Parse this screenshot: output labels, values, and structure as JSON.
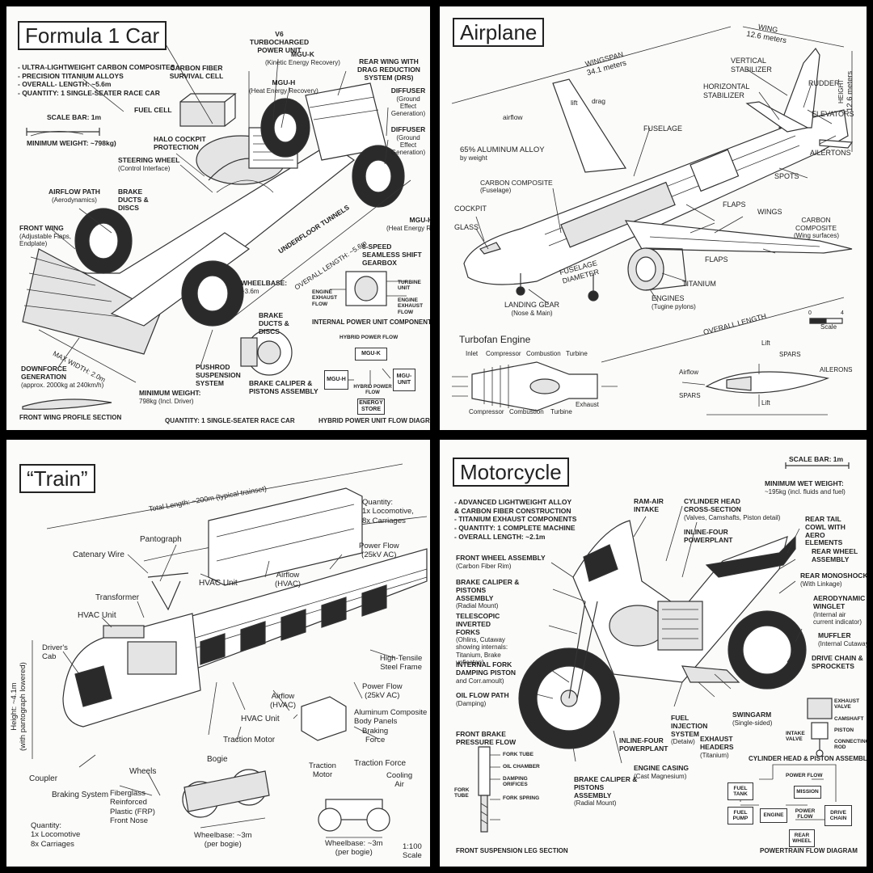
{
  "f1": {
    "title": "Formula 1 Car",
    "specs": [
      "- ULTRA-LIGHTWEIGHT CARBON COMPOSITES",
      "- PRECISION TITANIUM ALLOYS",
      "- OVERALL- LENGTH: ~5.6m",
      "- QUANTITY: 1 SINGLE-SEATER RACE CAR"
    ],
    "scale_bar": "SCALE BAR: 1m",
    "min_weight_small": "MINIMUM WEIGHT: ~798kg)",
    "v6": "V6 TURBOCHARGED POWER UNIT",
    "carbon_cell": "CARBON FIBER SURVIVAL CELL",
    "mguk": "MGU-K",
    "mguk_sub": "(Kinetic Energy Recovery)",
    "mguh": "MGU-H",
    "mguh_sub": "(Heat Energy Recovery)",
    "rear_wing": "REAR WING WITH DRAG REDUCTION SYSTEM (DRS)",
    "fuel_cell": "FUEL CELL",
    "diffuser1": "DIFFUSER",
    "diffuser1_sub": "(Ground Effect Generation)",
    "diffuser2": "DIFFUSER",
    "diffuser2_sub": "(Ground Effect Generation)",
    "halo": "HALO COCKPIT PROTECTION",
    "steering": "STEERING WHEEL",
    "steering_sub": "(Control Interface)",
    "airflow": "AIRFLOW PATH",
    "airflow_sub": "(Aerodynamics)",
    "brake_ducts": "BRAKE DUCTS & DISCS",
    "front_wing": "FRONT WING",
    "front_wing_sub": "(Adjustable Flaps, Endplate)",
    "underfloor": "UNDERFLOOR TUNNELS",
    "overall_length": "OVERALL LENGTH: ~5.6m",
    "mguh2": "MGU-H",
    "mguh2_sub": "(Heat Energy Recovery)",
    "gearbox": "8-SPEED SEAMLESS SHIFT GEARBOX",
    "wheelbase": "WHEELBASE:",
    "wheelbase_sub": "~3.6m",
    "engine_exhaust": "ENGINE EXHAUST FLOW",
    "turbine_unit": "TURBINE UNIT",
    "engine_exhaust2": "ENGINE EXHAUST FLOW",
    "internal_power": "INTERNAL POWER UNIT COMPONENTS",
    "max_width": "MAX WIDTH: 2.0m",
    "brake_ducts2": "BRAKE DUCTS & DISCS",
    "downforce": "DOWNFORCE GENERATION",
    "downforce_sub": "(approx. 2000kg at 240km/h)",
    "pushrod": "PUSHROD SUSPENSION SYSTEM",
    "brake_caliper": "BRAKE CALIPER & PISTONS ASSEMBLY",
    "hybrid_title": "HYBRID POWER FLOW",
    "hyb_mguk": "MGU-K",
    "hyb_mguh": "MGU-H",
    "hyb_mgu_unit": "MGU- UNIT",
    "hyb_center": "HYBRID POWER FLOW",
    "hyb_energy": "ENERGY STORE",
    "min_weight": "MINIMUM WEIGHT:",
    "min_weight_sub": "798kg (Incl. Driver)",
    "front_wing_profile": "FRONT WING PROFILE SECTION",
    "quantity": "QUANTITY: 1 SINGLE-SEATER RACE CAR",
    "hybrid_flow_caption": "HYBRID POWER UNIT FLOW DIAGRAM"
  },
  "plane": {
    "title": "Airplane",
    "wing": "WING",
    "wing_val": "12.6 meters",
    "wingspan": "WINGSPAN",
    "wingspan_val": "34.1 meters",
    "vertical_stab": "VERTICAL STABILIZER",
    "horizontal_stab": "HORIZONTAL STABILIZER",
    "rudder": "RUDDER",
    "height": "HEIGHT",
    "height_val": "12.6 meters",
    "lift": "lift",
    "drag": "drag",
    "airflow": "airflow",
    "fuselage": "FUSELAGE",
    "elevators": "ELEVATORS",
    "aluminum": "65% ALUMINUM ALLOY",
    "aluminum_sub": "by weight",
    "ailertons": "AILERTONS",
    "spots": "SPOTS",
    "carbon_fuselage": "CARBON COMPOSITE",
    "carbon_fuselage_sub": "(Fuselage)",
    "cockpit": "COCKPIT",
    "glass": "GLASS",
    "flaps1": "FLAPS",
    "wings": "WINGS",
    "carbon_wings": "CARBON COMPOSITE",
    "carbon_wings_sub": "(Wing surfaces)",
    "flaps2": "FLAPS",
    "fuselage_diameter": "FUSELAGE DIAMETER",
    "titanium": "TITANIUM",
    "landing_gear": "LANDING GEAR",
    "landing_gear_sub": "(Nose & Main)",
    "engines": "ENGINES",
    "engines_sub": "(Tugine pylons)",
    "overall_length": "OVERALL LENGTH",
    "scale_0": "0",
    "scale_4": "4",
    "scale": "Scale",
    "turbofan": "Turbofan Engine",
    "tf_inlet": "Inlet",
    "tf_compressor": "Compressor",
    "tf_combustion": "Combustion",
    "tf_turbine": "Turbine",
    "tf_exhaust": "Exhaust",
    "tf_compressor2": "Compressor",
    "tf_combustion2": "Combustion",
    "tf_turbine2": "Turbine",
    "af_lift": "Lift",
    "af_spars": "SPARS",
    "af_airflow": "Airflow",
    "af_ailerons": "AILERONS",
    "af_spars2": "SPARS",
    "af_lift2": "Lift"
  },
  "train": {
    "title": "“Train”",
    "total_length": "Total Length: ~200m (typical trainset)",
    "quantity_top": "Quantity:",
    "quantity_top_l2": "1x Locomotive,",
    "quantity_top_l3": "8x Carriages",
    "pantograph": "Pantograph",
    "catenary": "Catenary Wire",
    "power_flow": "Power Flow",
    "power_flow_sub": "(25kV AC)",
    "hvac_unit_top": "HVAC Unit",
    "airflow_top": "Airflow",
    "airflow_top_sub": "(HVAC)",
    "transformer": "Transformer",
    "hvac_unit_left": "HVAC Unit",
    "drivers_cab": "Driver's",
    "drivers_cab_l2": "Cab",
    "height": "Height: ~4.1m",
    "height_sub": "(with pantograph lowered)",
    "high_tensile": "High-Tensile",
    "high_tensile_l2": "Steel Frame",
    "power_flow2": "Power Flow",
    "power_flow2_sub": "(25kV AC)",
    "airflow2": "Airflow",
    "airflow2_sub": "(HVAC)",
    "aluminum_panels": "Aluminum Composite",
    "aluminum_panels_l2": "Body Panels",
    "hvac_unit_mid": "HVAC Unit",
    "traction_motor": "Traction Motor",
    "braking_force": "Braking",
    "braking_force_l2": "Force",
    "bogie": "Bogie",
    "wheels": "Wheels",
    "coupler": "Coupler",
    "braking_system": "Braking System",
    "fiberglass": "Fiberglass",
    "fiberglass_l2": "Reinforced",
    "fiberglass_l3": "Plastic (FRP)",
    "fiberglass_l4": "Front Nose",
    "traction_motor2": "Traction",
    "traction_motor2_l2": "Motor",
    "traction_force": "Traction Force",
    "cooling_air": "Cooling",
    "cooling_air_l2": "Air",
    "quantity_bottom": "Quantity:",
    "quantity_bottom_l2": "1x Locomotive",
    "quantity_bottom_l3": "8x Carriages",
    "wheelbase1": "Wheelbase: ~3m",
    "wheelbase1_sub": "(per bogie)",
    "wheelbase2": "Wheelbase: ~3m",
    "wheelbase2_sub": "(per bogie)",
    "scale": "1:100",
    "scale_sub": "Scale"
  },
  "moto": {
    "title": "Motorcycle",
    "scale_bar": "SCALE BAR: 1m",
    "min_wet": "MINIMUM WET WEIGHT:",
    "min_wet_sub": "~195kg (incl. fluids and fuel)",
    "specs": [
      "- ADVANCED LIGHTWEIGHT ALLOY",
      "  & CARBON FIBER CONSTRUCTION",
      "- TITANIUM EXHAUST COMPONENTS",
      "- QUANTITY: 1 COMPLETE MACHINE",
      "- OVERALL LENGTH: ~2.1m"
    ],
    "ram_air": "RAM-AIR INTAKE",
    "cyl_head": "CYLINDER HEAD CROSS-SECTION",
    "cyl_head_sub": "(Valves, Camshafts, Piston detail)",
    "inline_four": "INLINE-FOUR POWERPLANT",
    "rear_tail": "REAR TAIL COWL WITH AERO ELEMENTS",
    "front_wheel": "FRONT WHEEL ASSEMBLY",
    "front_wheel_sub": "(Carbon Fiber Rim)",
    "rear_wheel": "REAR WHEEL ASSEMBLY",
    "brake_caliper": "BRAKE CALIPER & PISTONS ASSEMBLY",
    "brake_caliper_sub": "(Radial Mount)",
    "rear_monoshock": "REAR MONOSHOCK",
    "rear_monoshock_sub": "(With Linkage)",
    "aero_winglet": "AERODYNAMIC WINGLET",
    "aero_winglet_sub": "(Internal air current indicator)",
    "telescopic": "TELESCOPIC INVERTED FORKS",
    "telescopic_sub": "(Ohlins, Cutaway showing internals: Titanium, Brake vnficatan)",
    "muffler": "MUFFLER",
    "muffler_sub": "(Internal Cutaway)",
    "fork_damping": "INTERNAL FORK DAMPING PISTON",
    "fork_damping_sub": "and Corr.amoult)",
    "drive_chain": "DRIVE CHAIN & SPROCKETS",
    "oil_flow": "OIL FLOW PATH",
    "oil_flow_sub": "(Damping)",
    "fuel_injection": "FUEL INJECTION SYSTEM",
    "fuel_injection_sub": "(Detaiw)",
    "swingarm": "SWINGARM",
    "swingarm_sub": "(Single-sided)",
    "exhaust_valve": "EXHAUST VALVE",
    "camshaft": "CAMSHAFT",
    "piston": "PISTON",
    "intake_valve": "INTAKE VALVE",
    "connecting_rod": "CONNECTING ROD",
    "front_brake": "FRONT BRAKE PRESSURE FLOW",
    "inline_four2": "INLINE-FOUR POWERPLANT",
    "exhaust_headers": "EXHAUST HEADERS",
    "exhaust_headers_sub": "(Titanium)",
    "cyl_caption": "CYLINDER HEAD & PISTON ASSEMBLY",
    "fork_tube_l": "FORK TUBE",
    "fork_tube": "FORK TUBE",
    "oil_chamber": "OIL CHAMBER",
    "damping_orifices": "DAMPING ORIFICES",
    "fork_spring": "FORK SPRING",
    "engine_casing": "ENGINE CASING",
    "engine_casing_sub": "(Cast Magnesium)",
    "brake_caliper2": "BRAKE CALIPER & PISTONS ASSEMBLY",
    "brake_caliper2_sub": "(Radial Mount)",
    "pf_power_flow_top": "POWER FLOW",
    "pf_fuel_tank": "FUEL TANK",
    "pf_fuel_pump": "FUEL PUMP",
    "pf_engine": "ENGINE",
    "pf_power_flow": "POWER FLOW",
    "pf_mission": "MISSION",
    "pf_drive_chain": "DRIVE CHAIN",
    "pf_rear_wheel": "REAR WHEEL",
    "front_susp_caption": "FRONT SUSPENSION LEG SECTION",
    "powertrain_caption": "POWERTRAIN FLOW DIAGRAM"
  }
}
